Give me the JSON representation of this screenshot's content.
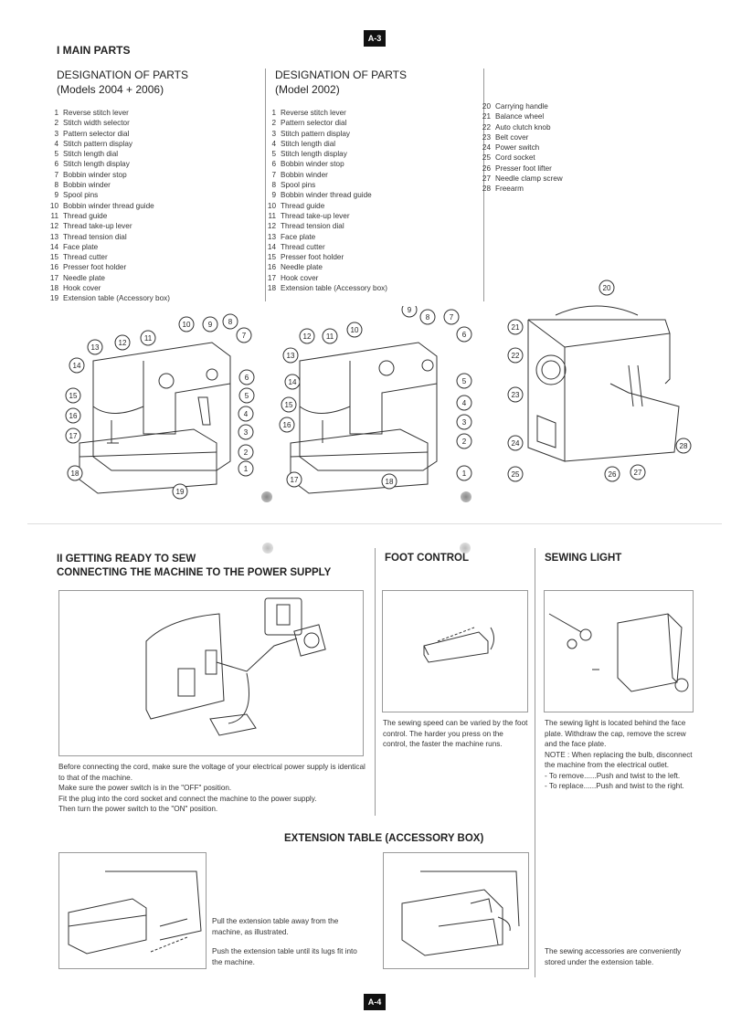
{
  "page": {
    "top_badge": "A-3",
    "bottom_badge": "A-4"
  },
  "main_parts": {
    "heading": "I MAIN PARTS",
    "left": {
      "title1": "DESIGNATION OF PARTS",
      "title2": "(Models 2004 + 2006)",
      "items": [
        {
          "n": "1",
          "label": "Reverse stitch lever"
        },
        {
          "n": "2",
          "label": "Stitch width selector"
        },
        {
          "n": "3",
          "label": "Pattern selector dial"
        },
        {
          "n": "4",
          "label": "Stitch pattern display"
        },
        {
          "n": "5",
          "label": "Stitch length dial"
        },
        {
          "n": "6",
          "label": "Stitch length display"
        },
        {
          "n": "7",
          "label": "Bobbin winder stop"
        },
        {
          "n": "8",
          "label": "Bobbin winder"
        },
        {
          "n": "9",
          "label": "Spool pins"
        },
        {
          "n": "10",
          "label": "Bobbin winder thread guide"
        },
        {
          "n": "11",
          "label": "Thread guide"
        },
        {
          "n": "12",
          "label": "Thread take-up lever"
        },
        {
          "n": "13",
          "label": "Thread tension dial"
        },
        {
          "n": "14",
          "label": "Face plate"
        },
        {
          "n": "15",
          "label": "Thread cutter"
        },
        {
          "n": "16",
          "label": "Presser foot holder"
        },
        {
          "n": "17",
          "label": "Needle plate"
        },
        {
          "n": "18",
          "label": "Hook cover"
        },
        {
          "n": "19",
          "label": "Extension table (Accessory box)"
        }
      ]
    },
    "middle": {
      "title1": "DESIGNATION OF PARTS",
      "title2": "(Model 2002)",
      "items": [
        {
          "n": "1",
          "label": "Reverse stitch lever"
        },
        {
          "n": "2",
          "label": "Pattern selector dial"
        },
        {
          "n": "3",
          "label": "Stitch pattern display"
        },
        {
          "n": "4",
          "label": "Stitch length dial"
        },
        {
          "n": "5",
          "label": "Stitch length display"
        },
        {
          "n": "6",
          "label": "Bobbin winder stop"
        },
        {
          "n": "7",
          "label": "Bobbin winder"
        },
        {
          "n": "8",
          "label": "Spool pins"
        },
        {
          "n": "9",
          "label": "Bobbin winder thread guide"
        },
        {
          "n": "10",
          "label": "Thread guide"
        },
        {
          "n": "11",
          "label": "Thread take-up lever"
        },
        {
          "n": "12",
          "label": "Thread tension dial"
        },
        {
          "n": "13",
          "label": "Face plate"
        },
        {
          "n": "14",
          "label": "Thread cutter"
        },
        {
          "n": "15",
          "label": "Presser foot holder"
        },
        {
          "n": "16",
          "label": "Needle plate"
        },
        {
          "n": "17",
          "label": "Hook cover"
        },
        {
          "n": "18",
          "label": "Extension table (Accessory box)"
        }
      ]
    },
    "right": {
      "items": [
        {
          "n": "20",
          "label": "Carrying handle"
        },
        {
          "n": "21",
          "label": "Balance wheel"
        },
        {
          "n": "22",
          "label": "Auto clutch knob"
        },
        {
          "n": "23",
          "label": "Belt cover"
        },
        {
          "n": "24",
          "label": "Power switch"
        },
        {
          "n": "25",
          "label": "Cord socket"
        },
        {
          "n": "26",
          "label": "Presser foot lifter"
        },
        {
          "n": "27",
          "label": "Needle clamp screw"
        },
        {
          "n": "28",
          "label": "Freearm"
        }
      ]
    },
    "callouts_left": [
      "1",
      "2",
      "3",
      "4",
      "5",
      "6",
      "7",
      "8",
      "9",
      "10",
      "11",
      "12",
      "13",
      "14",
      "15",
      "16",
      "17",
      "18",
      "19"
    ],
    "callouts_middle": [
      "1",
      "2",
      "3",
      "4",
      "5",
      "6",
      "7",
      "8",
      "9",
      "10",
      "11",
      "12",
      "13",
      "14",
      "15",
      "16",
      "17",
      "18"
    ],
    "callouts_right": [
      "20",
      "21",
      "22",
      "23",
      "24",
      "25",
      "26",
      "27",
      "28"
    ]
  },
  "getting_ready": {
    "heading1": "II GETTING READY TO SEW",
    "heading2": "CONNECTING THE MACHINE TO THE POWER SUPPLY",
    "paragraph": [
      "Before connecting the cord, make sure the voltage of your electrical power supply is identical to that of the machine.",
      "Make sure the power switch is in the \"OFF\" position.",
      "Fit the plug into the cord socket and connect the machine to the power supply.",
      "Then turn the power switch to the \"ON\" position."
    ]
  },
  "foot_control": {
    "heading": "FOOT CONTROL",
    "text": "The sewing speed can be varied by the foot control. The harder you press on the control, the faster the machine runs."
  },
  "sewing_light": {
    "heading": "SEWING LIGHT",
    "lines": [
      "The sewing light is located behind the face plate. Withdraw the cap, remove the screw and the face plate.",
      "NOTE : When replacing the bulb, disconnect the machine from the electrical outlet.",
      "- To remove......Push and twist to the left.",
      "- To replace......Push and twist to the right."
    ]
  },
  "extension_table": {
    "heading": "EXTENSION TABLE (ACCESSORY BOX)",
    "text1": "Pull the extension table away from the machine, as illustrated.",
    "text2": "Push the extension table until its lugs fit into the machine.",
    "text3": "The sewing accessories are conveniently stored under the extension table."
  }
}
